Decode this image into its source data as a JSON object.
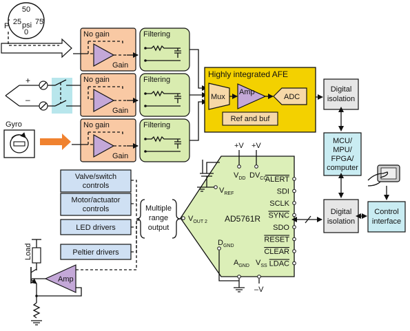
{
  "sensors": {
    "pressure": {
      "p_label": "P",
      "mark_50": "50",
      "mark_25": "25",
      "mark_75": "75",
      "mark_0": "0",
      "unit": "psi"
    },
    "bridge": {
      "plus": "+",
      "minus": "–"
    },
    "gyro_label": "Gyro"
  },
  "pga": {
    "no_gain": "No gain",
    "gain": "Gain"
  },
  "filter_label": "Filtering",
  "afe": {
    "title": "Highly integrated AFE",
    "mux": "Mux",
    "amp": "Amp",
    "adc": "ADC",
    "ref": "Ref and buf"
  },
  "isolation": {
    "top_line1": "Digital",
    "top_line2": "isolation",
    "bottom_line1": "Digital",
    "bottom_line2": "isolation"
  },
  "mcu": {
    "line1": "MCU/",
    "line2": "MPU/",
    "line3": "FPGA/",
    "line4": "computer"
  },
  "control": {
    "line1": "Control",
    "line2": "interface"
  },
  "dac": {
    "name": "AD5761R",
    "vdd_plus": "+V",
    "vcc_plus": "+V",
    "vdd": "V",
    "vdd_sub": "DD",
    "dvcc": "DV",
    "dvcc_sub": "CC",
    "vref": "V",
    "vref_sub": "REF",
    "vout": "V",
    "vout_sub": "OUT 2",
    "dgnd": "D",
    "dgnd_sub": "GND",
    "agnd": "A",
    "agnd_sub": "GND",
    "vss": "V",
    "vss_sub": "SS",
    "neg_v": "–V",
    "pins": [
      "ALERT",
      "SDI",
      "SCLK",
      "SYNC",
      "SDO",
      "RESET",
      "CLEAR",
      "LDAC"
    ]
  },
  "range": {
    "line1": "Multiple",
    "line2": "range",
    "line3": "output"
  },
  "outputs": [
    "Valve/switch controls",
    "Motor/actuator controls",
    "LED drivers",
    "Peltier drivers"
  ],
  "outputs_lines": [
    [
      "Valve/switch",
      "controls"
    ],
    [
      "Motor/actuator",
      "controls"
    ],
    [
      "LED drivers"
    ],
    [
      "Peltier drivers"
    ]
  ],
  "load": {
    "load_label": "Load",
    "amp_label": "Amp"
  },
  "colors": {
    "peach": "#f9c9a4",
    "green": "#d9ecb0",
    "blue": "#cfe0f3",
    "cyan": "#c9ecf2",
    "yellow": "#f3d100",
    "afe_inner": "#f6d8a8",
    "amp_purple": "#c4a8d8",
    "dac_green": "#dcefb8",
    "gray": "#e6e6e6",
    "arrow_orange": "#f0822f",
    "switch_cyan": "#b8e6ec"
  }
}
